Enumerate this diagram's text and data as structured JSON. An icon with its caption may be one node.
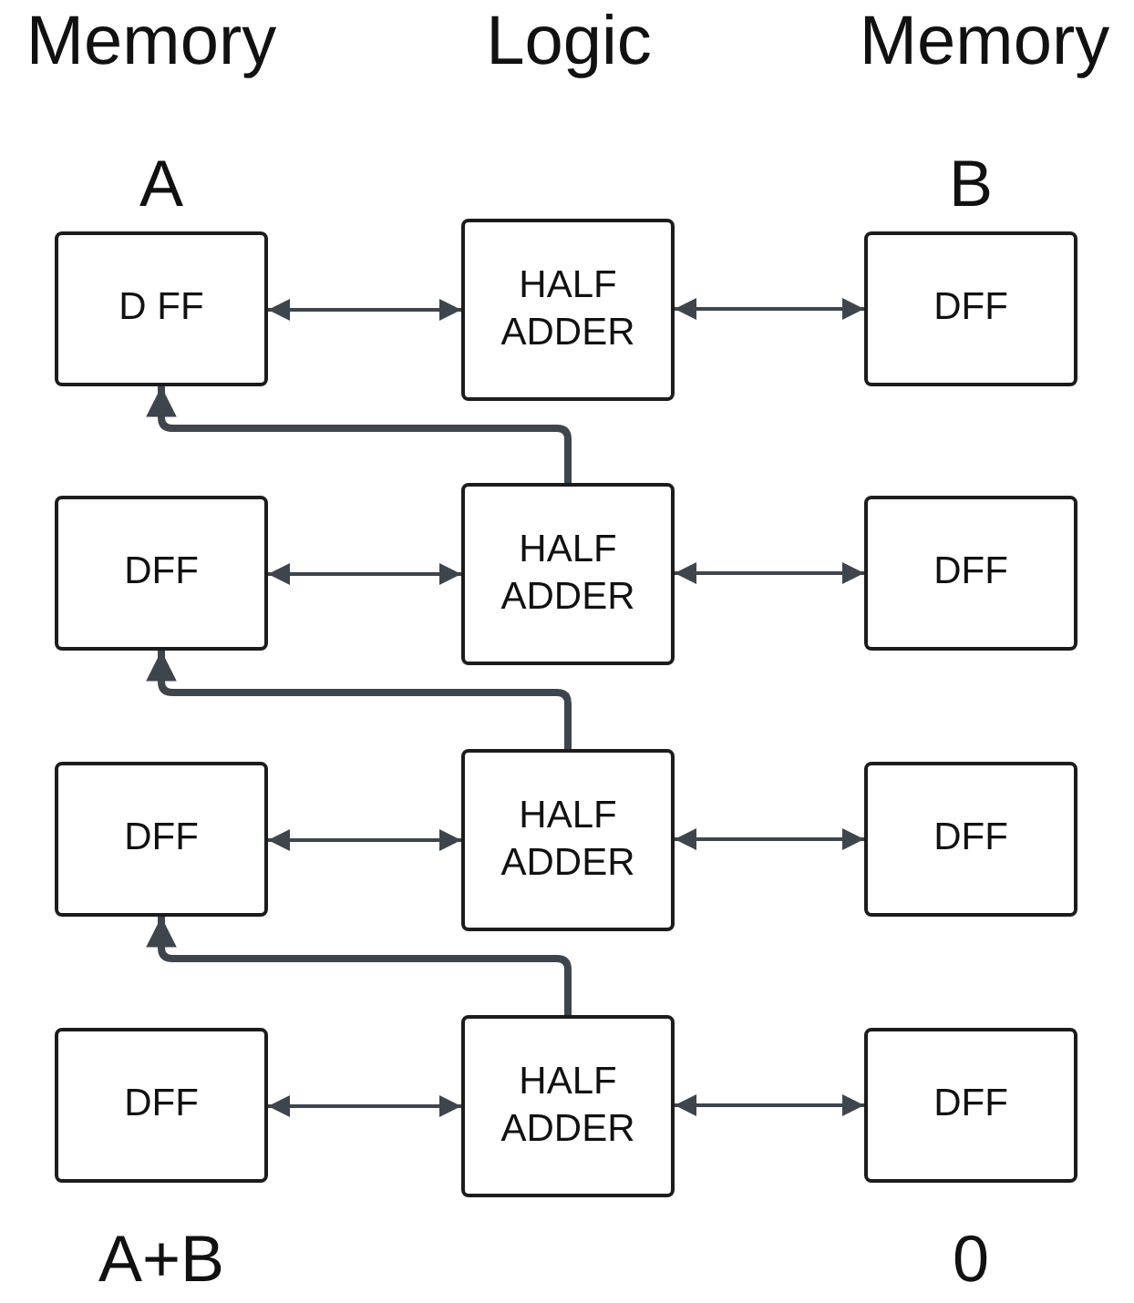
{
  "diagram": {
    "nodes": [
      {
        "text": [
          "D FF"
        ],
        "beside": [
          "A"
        ]
      },
      {
        "text": [
          "HALF ADDER"
        ]
      },
      {
        "text": [
          "DFF"
        ],
        "beside": [
          "B"
        ]
      },
      {
        "text": [
          "DFF"
        ]
      },
      {
        "text": [
          "HALF ADDER"
        ]
      },
      {
        "text": [
          "DFF"
        ]
      },
      {
        "text": [
          "DFF"
        ]
      },
      {
        "text": [
          "HALF ADDER"
        ]
      },
      {
        "text": [
          "DFF"
        ]
      },
      {
        "text": [
          "DFF"
        ],
        "beside": [
          "A+B"
        ]
      },
      {
        "text": [
          "HALF ADDER"
        ]
      },
      {
        "text": [
          "DFF"
        ],
        "beside": [
          "0"
        ]
      }
    ],
    "edges": [
      {
        "from": 0,
        "to": 1,
        "arrow": "both"
      },
      {
        "from": 1,
        "to": 2,
        "arrow": "both"
      },
      {
        "from": 3,
        "to": 4,
        "arrow": "both"
      },
      {
        "from": 4,
        "to": 5,
        "arrow": "both"
      },
      {
        "from": 6,
        "to": 7,
        "arrow": "both"
      },
      {
        "from": 7,
        "to": 8,
        "arrow": "both"
      },
      {
        "from": 9,
        "to": 10,
        "arrow": "both"
      },
      {
        "from": 10,
        "to": 11,
        "arrow": "both"
      },
      {
        "from": 4,
        "to": 0,
        "arrow": "to",
        "style": "thick"
      },
      {
        "from": 7,
        "to": 3,
        "arrow": "to",
        "style": "thick"
      },
      {
        "from": 10,
        "to": 6,
        "arrow": "to",
        "style": "thick"
      }
    ],
    "labels": [
      "Memory",
      "Logic",
      "Memory"
    ]
  }
}
